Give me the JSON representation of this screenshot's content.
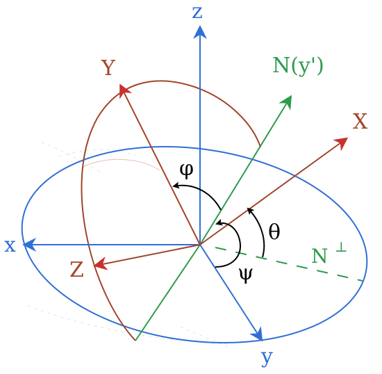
{
  "labels": {
    "z": "z",
    "x": "x",
    "y": "y",
    "X": "X",
    "Y": "Y",
    "Z": "Z",
    "N": "N(y')",
    "Nperp": "N",
    "perp": "⊥",
    "phi": "φ",
    "theta": "θ",
    "psi": "ψ"
  },
  "colors": {
    "fixed_frame": "#2f6fd6",
    "rotated_frame": "#a1452a",
    "arrowhead_rotated": "#c9302c",
    "node_line": "#2f9a4e",
    "angle_arc": "#000000",
    "faint_trace": "#cfd9ea"
  }
}
